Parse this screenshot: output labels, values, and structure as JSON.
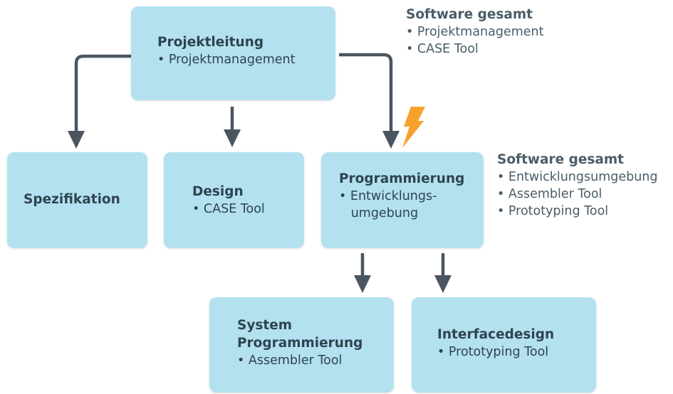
{
  "nodes": {
    "projektleitung": {
      "title": "Projektleitung",
      "items": [
        "• Projektmanagement"
      ]
    },
    "spezifikation": {
      "title": "Spezifikation"
    },
    "design": {
      "title": "Design",
      "items": [
        "• CASE Tool"
      ]
    },
    "programmierung": {
      "title": "Programmierung",
      "items": [
        "• Entwicklungs-",
        "   umgebung"
      ]
    },
    "system_programmierung": {
      "title_lines": [
        "System",
        "Programmierung"
      ],
      "items": [
        "• Assembler Tool"
      ]
    },
    "interfacedesign": {
      "title": "Interfacedesign",
      "items": [
        "• Prototyping Tool"
      ]
    }
  },
  "notes": {
    "top": {
      "title": "Software gesamt",
      "items": [
        "• Projektmanagement",
        "• CASE Tool"
      ]
    },
    "right": {
      "title": "Software gesamt",
      "items": [
        "• Entwicklungsumgebung",
        "• Assembler Tool",
        "• Prototyping Tool"
      ]
    }
  },
  "icons": {
    "highlight": "lightning-bolt-icon"
  },
  "colors": {
    "box_fill": "#b3e1ef",
    "text": "#2f4350",
    "arrow": "#4a5560",
    "bolt": "#f7a12f"
  }
}
